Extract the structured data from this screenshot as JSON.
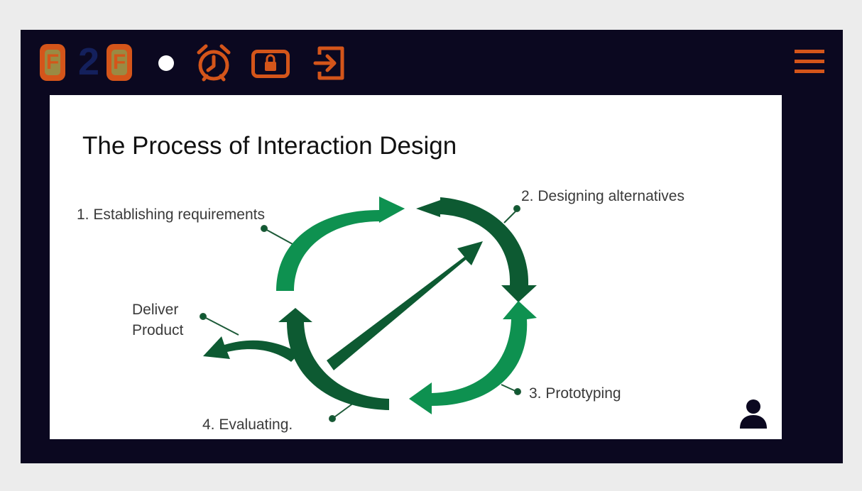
{
  "toolbar": {
    "logo": {
      "left_letter": "F",
      "middle": "2",
      "right_letter": "F"
    },
    "icons": [
      "logo",
      "status-dot",
      "alarm-clock-icon",
      "lock-icon",
      "exit-icon",
      "hamburger-menu-icon"
    ],
    "accent_color": "#d4551a",
    "background_color": "#0b0820"
  },
  "slide": {
    "title": "The Process of Interaction Design",
    "labels": {
      "step1": "1. Establishing requirements",
      "step2": "2. Designing alternatives",
      "step3": "3. Prototyping",
      "step4": "4. Evaluating.",
      "deliver_line1": "Deliver",
      "deliver_line2": "Product"
    },
    "colors": {
      "light_green": "#0e9150",
      "dark_green": "#0d5a32"
    }
  },
  "user_icon": "user-icon"
}
